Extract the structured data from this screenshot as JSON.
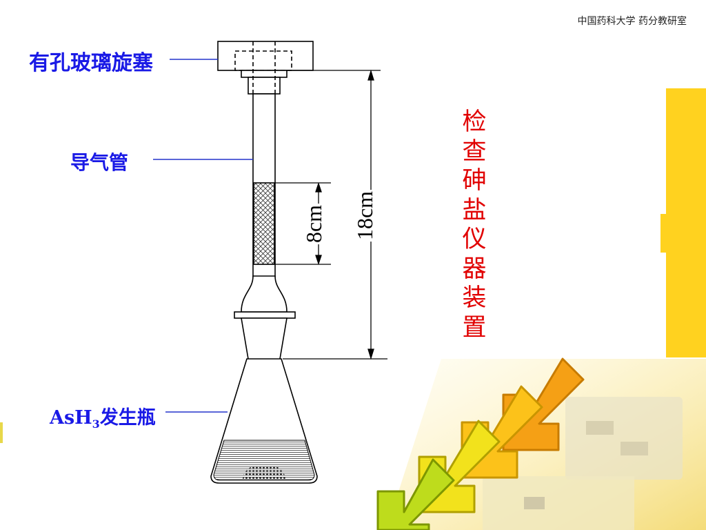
{
  "header": {
    "text": "中国药科大学  药分教研室"
  },
  "labels": {
    "stopper": "有孔玻璃旋塞",
    "tube": "导气管",
    "flask_prefix": "AsH",
    "flask_sub": "3",
    "flask_suffix": "发生瓶"
  },
  "dimensions": {
    "packing": "8cm",
    "total": "18cm"
  },
  "title_chars": [
    "检",
    "查",
    "砷",
    "盐",
    "仪",
    "器",
    "装",
    "置"
  ],
  "colors": {
    "label_blue": "#1a1ae6",
    "title_red": "#e10000",
    "deco_yellow": "#ffd21f"
  }
}
